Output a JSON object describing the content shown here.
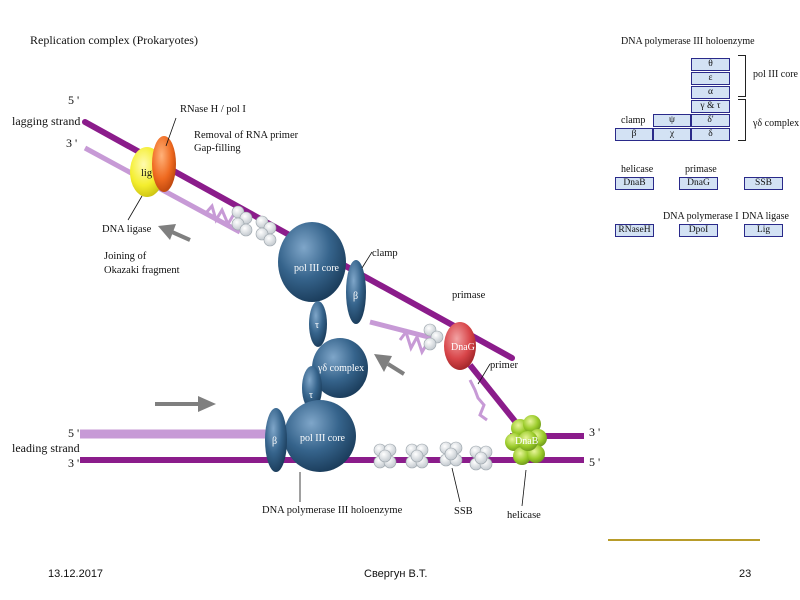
{
  "diagram": {
    "title": "Replication complex (Prokaryotes)",
    "strands": {
      "lagging_strand": "lagging strand",
      "leading_strand": "leading strand",
      "lagging_5": "5 '",
      "lagging_3": "3 '",
      "leading_5": "5 '",
      "leading_3": "3 '",
      "right_3": "3 '",
      "right_5": "5 '"
    },
    "labels": {
      "rnase": "RNase H / pol I",
      "removal_line1": "Removal of RNA primer",
      "removal_line2": "Gap-filling",
      "dna_ligase": "DNA ligase",
      "joining_line1": "Joining of",
      "joining_line2": "Okazaki fragment",
      "clamp": "clamp",
      "primase": "primase",
      "primer": "primer",
      "holoenzyme": "DNA polymerase III holoenzyme",
      "ssb": "SSB",
      "helicase": "helicase"
    },
    "blobs": {
      "lig": "lig",
      "pol3_core_top": "pol III core",
      "beta_top": "β",
      "tau_top": "τ",
      "tau_bottom": "τ",
      "gamma_delta": "γδ complex",
      "pol3_core_bottom": "pol III core",
      "beta_bottom": "β",
      "dnag": "DnaG",
      "dnab": "DnaB"
    }
  },
  "legend": {
    "title": "DNA polymerase III holoenzyme",
    "core_cells": [
      "θ",
      "ε",
      "α"
    ],
    "gamma_tau": "γ & τ",
    "psi_row": [
      "ψ",
      "δ'"
    ],
    "chi_row": [
      "β",
      "χ",
      "δ"
    ],
    "clamp_label": "clamp",
    "pol3_core_label": "pol III core",
    "gd_complex_label": "γδ complex",
    "helicase_title": "helicase",
    "primase_title": "primase",
    "helicase": "DnaB",
    "primase": "DnaG",
    "ssb": "SSB",
    "pol1_title": "DNA polymerase I",
    "ligase_title": "DNA ligase",
    "rnaseh": "RNaseH",
    "dpol": "DpoI",
    "lig": "Lig"
  },
  "footer": {
    "date": "13.12.2017",
    "author": "Свергун В.Т.",
    "page": "23"
  },
  "colors": {
    "strand_dark": "#8b1c8b",
    "strand_light": "#c79ad6",
    "enzyme_blue": "#2f5f86",
    "ligase_yellow": "#f4ee2e",
    "rnase_orange": "#ef6a20",
    "primase_red": "#d8464a",
    "helicase_green": "#9acb2a",
    "legend_cell": "#d3e2f4"
  }
}
